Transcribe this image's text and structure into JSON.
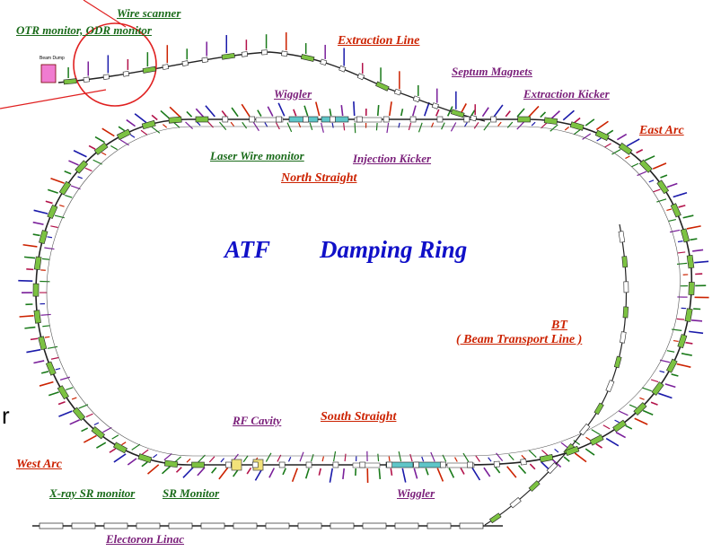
{
  "title": {
    "left": "ATF",
    "right": "Damping Ring"
  },
  "labels": {
    "wire_scanner": "Wire scanner",
    "otr_odr_monitor": "OTR monitor, ODR monitor",
    "extraction_line": "Extraction Line",
    "septum_magnets": "Septum Magnets",
    "wiggler_top": "Wiggler",
    "extraction_kicker": "Extraction Kicker",
    "east_arc": "East Arc",
    "laser_wire_monitor": "Laser Wire monitor",
    "injection_kicker": "Injection Kicker",
    "north_straight": "North Straight",
    "bt": "BT",
    "beam_transport_line": "( Beam  Transport Line )",
    "rf_cavity": "RF Cavity",
    "south_straight": "South Straight",
    "west_arc": "West Arc",
    "xray_sr_monitor": "X-ray SR monitor",
    "sr_monitor": "SR Monitor",
    "wiggler_bottom": "Wiggler",
    "electron_linac": "Electoron Linac",
    "beam_dump": "Beam Dump",
    "side_glyph": "r"
  },
  "colors": {
    "title": "#1010c8",
    "green_label": "#1a6b1a",
    "purple_label": "#7a1f7a",
    "red_label": "#cc2200",
    "blue_label": "#1a1acc",
    "magnet_green": "#7cc242",
    "wiggler_cyan": "#5fc6c8",
    "rf_yellow": "#f2e27a",
    "beam_dump_pink": "#f07cd0",
    "circle_red": "#e02020"
  }
}
